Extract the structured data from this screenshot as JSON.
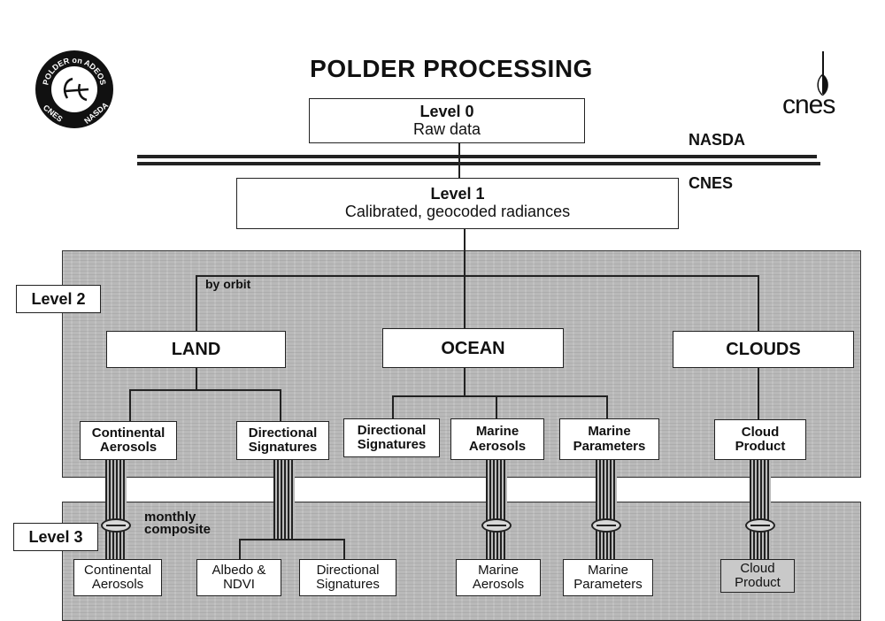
{
  "title": "POLDER PROCESSING",
  "logo_left": {
    "arc_top": "POLDER on ADEOS",
    "arc_bottom_left": "CNES",
    "arc_bottom_right": "NASDA"
  },
  "logo_right": {
    "text": "cnes"
  },
  "level0": {
    "title": "Level 0",
    "subtitle": "Raw data"
  },
  "agency_top": "NASDA",
  "agency_bottom": "CNES",
  "level1": {
    "title": "Level 1",
    "subtitle": "Calibrated, geocoded radiances"
  },
  "level2": {
    "label": "Level 2",
    "by_orbit": "by orbit",
    "categories": {
      "land": "LAND",
      "ocean": "OCEAN",
      "clouds": "CLOUDS"
    },
    "products": {
      "continental_aerosols": [
        "Continental",
        "Aerosols"
      ],
      "land_directional_signatures": [
        "Directional",
        "Signatures"
      ],
      "ocean_directional_signatures": [
        "Directional",
        "Signatures"
      ],
      "marine_aerosols": [
        "Marine",
        "Aerosols"
      ],
      "marine_parameters": [
        "Marine",
        "Parameters"
      ],
      "cloud_product": [
        "Cloud",
        "Product"
      ]
    }
  },
  "level3": {
    "label": "Level 3",
    "monthly_composite": [
      "monthly",
      "composite"
    ],
    "products": {
      "continental_aerosols": [
        "Continental",
        "Aerosols"
      ],
      "albedo_ndvi": [
        "Albedo &",
        "NDVI"
      ],
      "directional_signatures": [
        "Directional",
        "Signatures"
      ],
      "marine_aerosols": [
        "Marine",
        "Aerosols"
      ],
      "marine_parameters": [
        "Marine",
        "Parameters"
      ],
      "cloud_product": [
        "Cloud",
        "Product"
      ]
    }
  }
}
